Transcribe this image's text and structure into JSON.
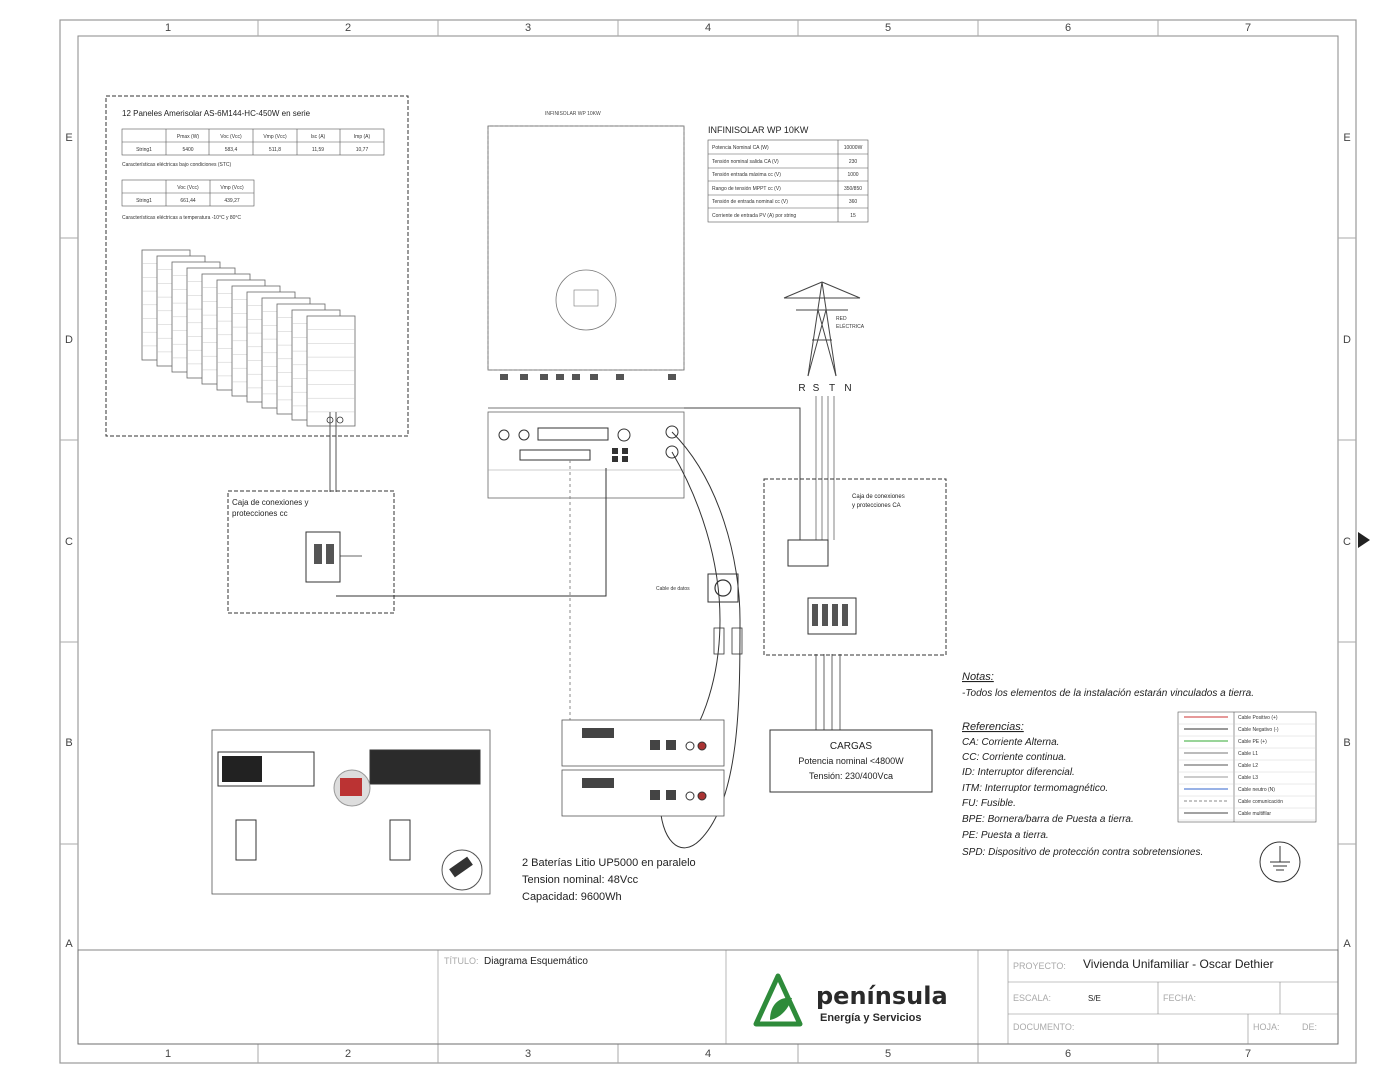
{
  "sheet": {
    "col_labels": [
      "1",
      "2",
      "3",
      "4",
      "5",
      "6",
      "7"
    ],
    "row_labels": [
      "E",
      "D",
      "C",
      "B",
      "A"
    ]
  },
  "panels": {
    "title": "12 Paneles Amerisolar AS-6M144-HC-450W en serie",
    "table1": {
      "headers": [
        "",
        "Pmax (W)",
        "Voc (Vcc)",
        "Vmp (Vcc)",
        "Isc (A)",
        "Imp (A)"
      ],
      "row": [
        "String1",
        "5400",
        "583,4",
        "511,8",
        "11,59",
        "10,77"
      ]
    },
    "note1": "Características eléctricas bajo condiciones (STC)",
    "table2": {
      "headers": [
        "",
        "Voc (Vcc)",
        "Vmp (Vcc)"
      ],
      "row": [
        "String1",
        "661,44",
        "439,27"
      ]
    },
    "note2": "Características eléctricas a temperatura -10°C y 80°C"
  },
  "inverter": {
    "label": "INFINISOLAR WP 10KW",
    "table_title": "INFINISOLAR WP 10KW",
    "specs": [
      [
        "Potencia Nominal CA (W)",
        "10000W"
      ],
      [
        "Tensión nominal salida CA (V)",
        "230"
      ],
      [
        "Tensión entrada máxima cc (V)",
        "1000"
      ],
      [
        "Rango de tensión MPPT cc (V)",
        "350/850"
      ],
      [
        "Tensión de entrada nominal cc (V)",
        "360"
      ],
      [
        "Corriente de entrada PV (A) por string",
        "15"
      ]
    ]
  },
  "grid": {
    "label_line1": "RED",
    "label_line2": "ELÉCTRICA",
    "phases": [
      "R",
      "S",
      "T",
      "N"
    ]
  },
  "dc_box": {
    "title_line1": "Caja de conexiones y",
    "title_line2": "protecciones cc"
  },
  "ac_box": {
    "title_line1": "Caja de conexiones",
    "title_line2": "y protecciones CA"
  },
  "comm_cable": "Cable de datos",
  "loads": {
    "title": "CARGAS",
    "line1": "Potencia nominal <4800W",
    "line2": "Tensión: 230/400Vca"
  },
  "battery": {
    "line1": "2 Baterías Litio UP5000 en paralelo",
    "line2": "Tension nominal: 48Vcc",
    "line3": "Capacidad: 9600Wh"
  },
  "notes": {
    "heading": "Notas:",
    "text": "-Todos los elementos de la instalación estarán vinculados a tierra."
  },
  "references": {
    "heading": "Referencias:",
    "items": [
      "CA: Corriente Alterna.",
      "CC: Corriente continua.",
      "ID: Interruptor diferencial.",
      "ITM: Interruptor termomagnético.",
      "FU: Fusible.",
      "BPE: Bornera/barra de Puesta a tierra.",
      "PE: Puesta a tierra.",
      "SPD: Dispositivo de protección contra sobretensiones."
    ]
  },
  "legend": {
    "items": [
      "Cable Positivo (+)",
      "Cable Negativo (-)",
      "Cable PE (+)",
      "Cable L1",
      "Cable L2",
      "Cable L3",
      "Cable neutro (N)",
      "Cable comunicación",
      "Cable multifilar"
    ]
  },
  "title_block": {
    "titulo_label": "TÍTULO:",
    "titulo_value": "Diagrama Esquemático",
    "proyecto_label": "PROYECTO:",
    "proyecto_value": "Vivienda Unifamiliar - Oscar Dethier",
    "escala_label": "ESCALA:",
    "escala_value": "S/E",
    "fecha_label": "FECHA:",
    "documento_label": "DOCUMENTO:",
    "hoja_label": "HOJA:",
    "de_label": "DE:"
  },
  "logo": {
    "name": "península",
    "tagline": "Energía y Servicios",
    "color": "#2e8b3a"
  }
}
